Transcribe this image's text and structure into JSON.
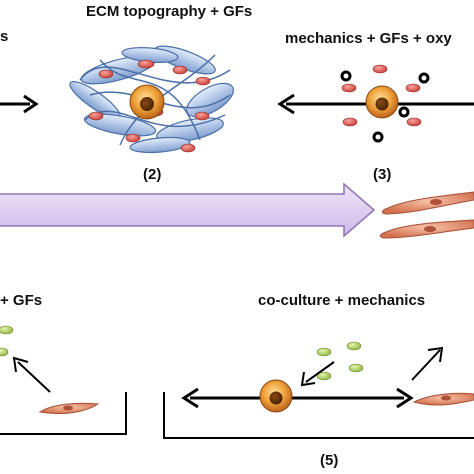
{
  "labels": {
    "top_left_partial": "s",
    "ecm_topography": "ECM topography + GFs",
    "mechanics_gfs_oxy": "mechanics + GFs + oxy",
    "panel2": "(2)",
    "panel3": "(3)",
    "bottom_left_partial": "+ GFs",
    "coculture_mechanics": "co-culture + mechanics",
    "panel5": "(5)"
  },
  "colors": {
    "text": "#111111",
    "arrow_black": "#000000",
    "fiber_blue": "#6f93c9",
    "cell_orange": "#e8902c",
    "gf_red": "#d8504a",
    "gf_green": "#a8c94e",
    "timeline_arrow": "#d9c7ee",
    "fibroblast": "#e2876a"
  },
  "icons": [
    "ecm-scaffold",
    "stem-cell",
    "growth-factor",
    "oxygen-molecule",
    "fibroblast-cell",
    "culture-well",
    "progress-arrow"
  ]
}
